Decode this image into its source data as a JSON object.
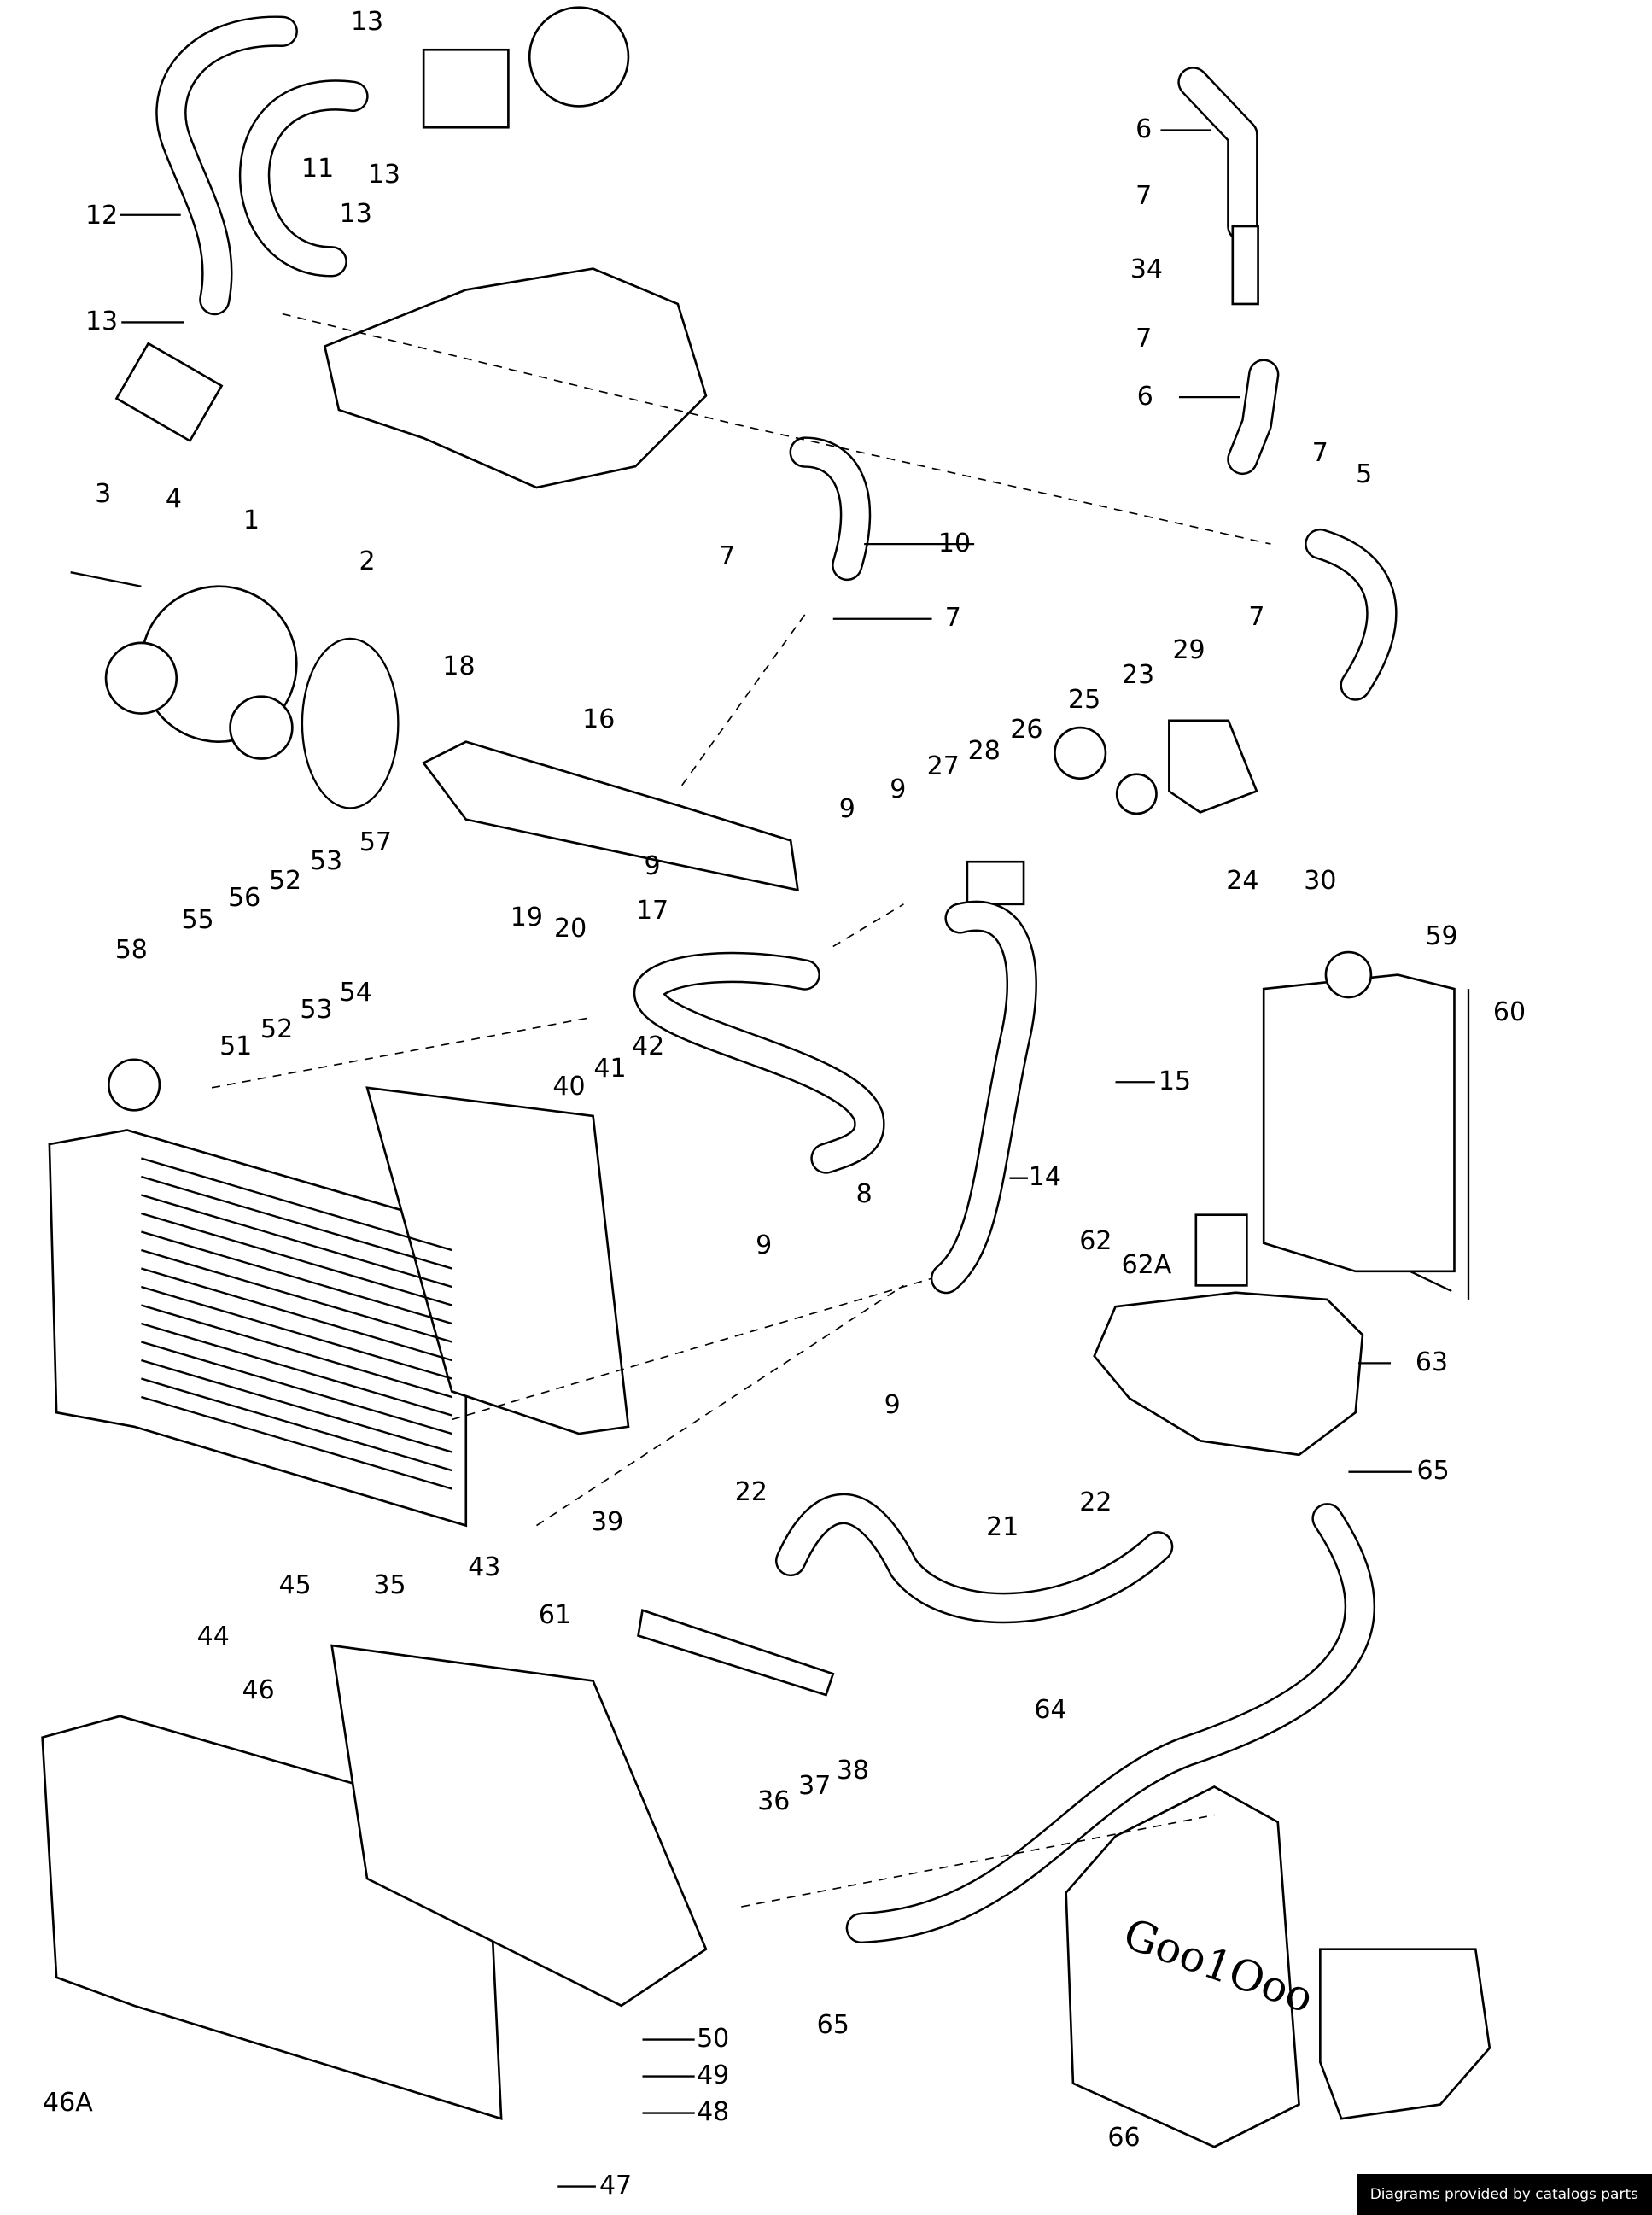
{
  "diagram": {
    "callouts": [
      "13",
      "11",
      "13",
      "12",
      "13",
      "13",
      "6",
      "7",
      "34",
      "7",
      "6",
      "3",
      "4",
      "1",
      "2",
      "7",
      "5",
      "7",
      "10",
      "7",
      "7",
      "18",
      "16",
      "29",
      "23",
      "25",
      "26",
      "28",
      "27",
      "9",
      "9",
      "24",
      "30",
      "9",
      "17",
      "19",
      "20",
      "57",
      "53",
      "52",
      "56",
      "55",
      "58",
      "54",
      "53",
      "52",
      "51",
      "42",
      "41",
      "40",
      "15",
      "59",
      "60",
      "8",
      "14",
      "9",
      "62",
      "62A",
      "63",
      "9",
      "39",
      "45",
      "35",
      "44",
      "22",
      "22",
      "21",
      "65",
      "43",
      "61",
      "46",
      "64",
      "36",
      "37",
      "38",
      "65",
      "50",
      "49",
      "48",
      "47",
      "46A",
      "66"
    ],
    "canister_marking": "Goo1Ooo"
  },
  "footer": {
    "credit": "Diagrams provided by catalogs parts"
  }
}
